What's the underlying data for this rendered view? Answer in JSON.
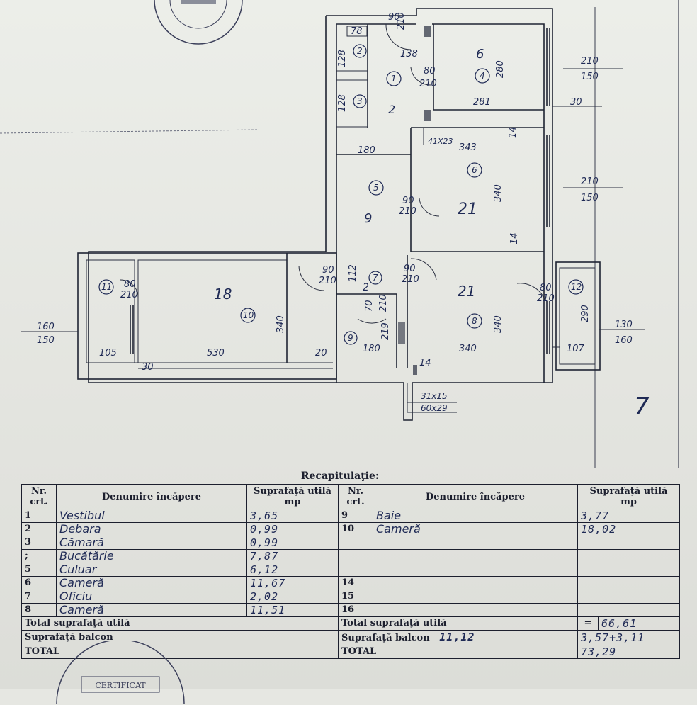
{
  "plan": {
    "dims": {
      "d78": "78",
      "d90_210_top": "90\n210",
      "d128a": "128",
      "d138": "138",
      "d280": "280",
      "d281": "281",
      "d128b": "128",
      "d41x23": "41X23",
      "d343": "343",
      "d14a": "14",
      "d180a": "180",
      "d340a": "340",
      "d14b": "14",
      "d80_210_1": "80",
      "d80_210_1b": "210",
      "d90_5": "90",
      "d210_5": "210",
      "d90_7a": "90",
      "d210_7a": "210",
      "d90_7b": "90",
      "d210_7b": "210",
      "d112": "112",
      "d70_210": "70\n210",
      "d219": "219",
      "d180b": "180",
      "d340b": "340",
      "d340c": "340",
      "d107": "107",
      "d290": "290",
      "d80_12": "80",
      "d210_12": "210",
      "d80_11": "80",
      "d210_11": "210",
      "d105": "105",
      "d530": "530",
      "d20": "20",
      "d30": "30",
      "d340d": "340",
      "d14c": "14",
      "d31x15": "31x15",
      "d60x29": "60x29",
      "win1_top": "210",
      "win1_bot": "150",
      "win2_top": "210",
      "win2_bot": "150",
      "win3_top": "130",
      "win3_bot": "160",
      "win4_top": "160",
      "win4_bot": "150",
      "d30b": "30"
    },
    "rooms": [
      "1",
      "2",
      "3",
      "4",
      "5",
      "6",
      "7",
      "8",
      "9",
      "10",
      "11",
      "12"
    ],
    "hand_notes": {
      "n4": "6",
      "n1": "2",
      "n5": "9",
      "n6": "21",
      "n8": "21",
      "n10": "18",
      "n7": "2",
      "corner": "7"
    }
  },
  "recap": {
    "title": "Recapitulaţie:",
    "headers": {
      "nr": "Nr. crt.",
      "name": "Denumire încăpere",
      "area": "Suprafaţă utilă mp",
      "nr2": "Nr. crt.",
      "name2": "Denumire încăpere",
      "area2": "Suprafaţă utilă mp"
    },
    "rows": [
      {
        "nr": "1",
        "name": "Vestibul",
        "area": "3,65",
        "nr2": "9",
        "name2": "Baie",
        "area2": "3,77"
      },
      {
        "nr": "2",
        "name": "Debara",
        "area": "0,99",
        "nr2": "10",
        "name2": "Cameră",
        "area2": "18,02"
      },
      {
        "nr": "3",
        "name": "Cămară",
        "area": "0,99",
        "nr2": "",
        "name2": "",
        "area2": ""
      },
      {
        "nr": ";",
        "name": "Bucătărie",
        "area": "7,87",
        "nr2": "",
        "name2": "",
        "area2": ""
      },
      {
        "nr": "5",
        "name": "Culuar",
        "area": "6,12",
        "nr2": "",
        "name2": "",
        "area2": ""
      },
      {
        "nr": "6",
        "name": "Cameră",
        "area": "11,67",
        "nr2": "14",
        "name2": "",
        "area2": ""
      },
      {
        "nr": "7",
        "name": "Oficiu",
        "area": "2,02",
        "nr2": "15",
        "name2": "",
        "area2": ""
      },
      {
        "nr": "8",
        "name": "Cameră",
        "area": "11,51",
        "nr2": "16",
        "name2": "",
        "area2": ""
      }
    ],
    "total_util_left": "Total suprafaţă utilă",
    "balcon_left": "Suprafaţă balcon",
    "total_left": "TOTAL",
    "total_util_label": "Total suprafaţă utilă",
    "total_util_eq": "=",
    "total_util_value": "66,61",
    "balcon_label": "Suprafaţă balcon",
    "balcon_hand": "11,12",
    "balcon_value": "3,57+3,11",
    "total_label": "TOTAL",
    "total_value": "73,29"
  },
  "stamps": {
    "bottom_text": "CERTIFICAT"
  }
}
